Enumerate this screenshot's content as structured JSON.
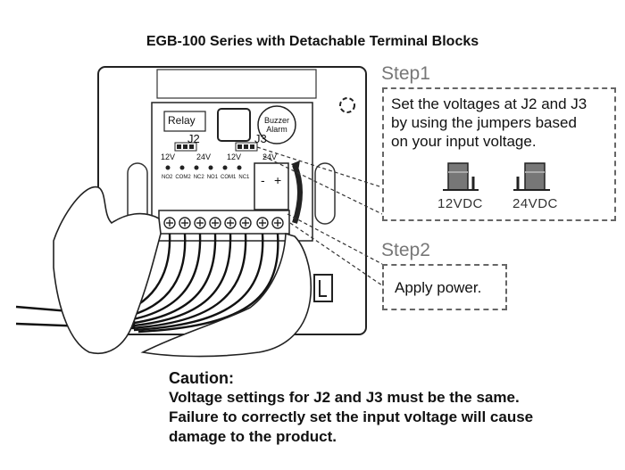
{
  "title": "EGB-100 Series with Detachable Terminal Blocks",
  "device": {
    "relay_label": "Relay",
    "buzzer_label_line1": "Buzzer",
    "buzzer_label_line2": "Alarm",
    "j2_label": "J2",
    "j3_label": "J3",
    "j2_12v": "12V",
    "j2_24v": "24V",
    "j3_12v": "12V",
    "j3_24v": "24V",
    "terminals": [
      "NO2",
      "COM2",
      "NC2",
      "NO1",
      "COM1",
      "NC1"
    ],
    "minus": "-",
    "plus": "+"
  },
  "step1": {
    "label": "Step1",
    "line1": "Set the voltages at J2 and J3",
    "line2": "by using the jumpers based",
    "line3": "on your input voltage.",
    "jumper_12": "12VDC",
    "jumper_24": "24VDC"
  },
  "step2": {
    "label": "Step2",
    "text": "Apply power."
  },
  "caution": {
    "heading": "Caution:",
    "line1": "Voltage settings for J2 and J3 must be the same.",
    "line2": "Failure to correctly set the input voltage will cause",
    "line3": "damage to the product."
  }
}
